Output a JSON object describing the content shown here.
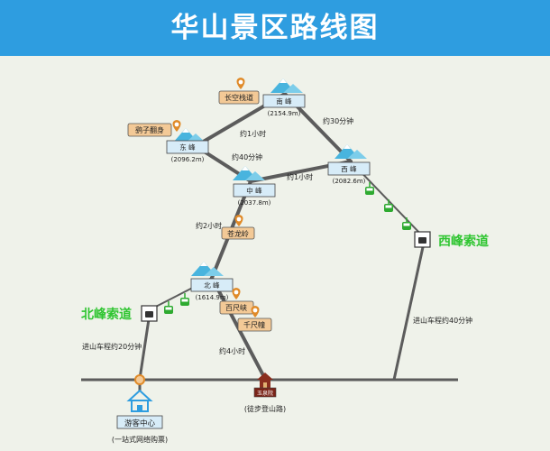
{
  "title": "华山景区路线图",
  "peaks": {
    "south": {
      "name": "南 峰",
      "elevation": "(2154.9m)"
    },
    "east": {
      "name": "东 峰",
      "elevation": "(2096.2m)"
    },
    "west": {
      "name": "西 峰",
      "elevation": "(2082.6m)"
    },
    "middle": {
      "name": "中 峰",
      "elevation": "(2037.8m)"
    },
    "north": {
      "name": "北 峰",
      "elevation": "(1614.9m)"
    }
  },
  "attractions": {
    "plank_road": "长空栈道",
    "yaozi": "鹞子翻身",
    "canglong": "苍龙岭",
    "baichi": "百尺峡",
    "qianchi": "千尺幢"
  },
  "routes": {
    "south_east": "约1小时",
    "south_west": "约30分钟",
    "east_middle": "约40分钟",
    "middle_west": "约1小时",
    "middle_north": "约2小时",
    "trail_time": "约4小时"
  },
  "cableways": {
    "west": "西峰索道",
    "north": "北峰索道"
  },
  "roads": {
    "west_bus": "进山车程约40分钟",
    "north_bus": "进山车程约20分钟"
  },
  "visitor_center": {
    "name": "游客中心",
    "note": "(一站式网络购票)"
  },
  "trail_entry": {
    "gate": "玉泉院",
    "note": "(徒步登山路)"
  },
  "colors": {
    "banner": "#2e9de0",
    "map_bg": "#eff2ea",
    "route": "#5c5c5c",
    "peak_box": "#d7ecf8",
    "mountain": "#48b4de",
    "attraction_box": "#f3c996",
    "pin": "#e08a28",
    "cable_green": "#2eaa30",
    "cable_label": "#2fc531"
  },
  "icons": [
    "location-pin-icon",
    "mountain-icon",
    "cable-car-icon",
    "visitor-center-icon",
    "temple-gate-icon"
  ]
}
